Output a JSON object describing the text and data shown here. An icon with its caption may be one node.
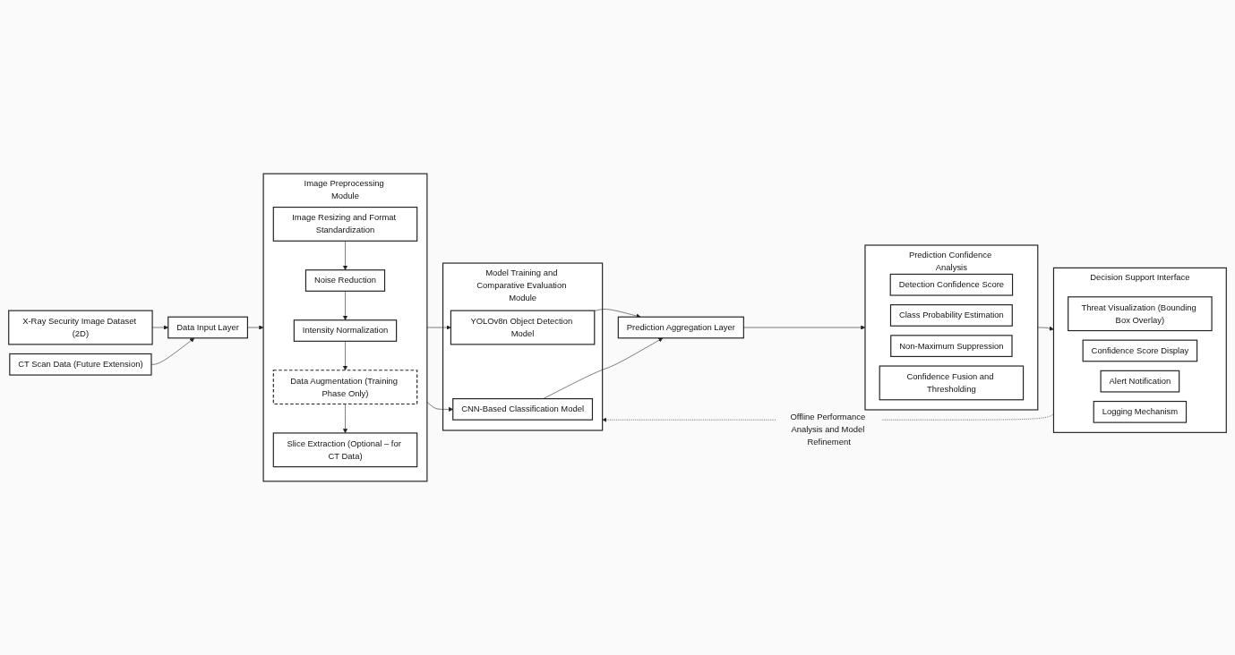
{
  "diagram": {
    "nodes": [
      {
        "text": [
          "X-Ray Security Image Dataset (2D)"
        ]
      },
      {
        "text": [
          "CT Scan Data (Future Extension)"
        ]
      },
      {
        "text": [
          "Data Input Layer"
        ]
      },
      {
        "text": [
          "Image Preprocessing Module"
        ]
      },
      {
        "text": [
          "Image Resizing and Format Standardization"
        ],
        "in": 3
      },
      {
        "text": [
          "Noise Reduction"
        ],
        "in": 3
      },
      {
        "text": [
          "Intensity Normalization"
        ],
        "in": 3
      },
      {
        "text": [
          "Data Augmentation (Training Phase Only)"
        ],
        "in": 3
      },
      {
        "text": [
          "Slice Extraction (Optional – for CT Data)"
        ],
        "in": 3
      },
      {
        "text": [
          "Model Training and Comparative Evaluation Module"
        ]
      },
      {
        "text": [
          "YOLOv8n Object Detection Model"
        ],
        "in": 9
      },
      {
        "text": [
          "CNN-Based Classification Model"
        ],
        "in": 9
      },
      {
        "text": [
          "Prediction Aggregation Layer"
        ]
      },
      {
        "text": [
          "Prediction Confidence Analysis"
        ]
      },
      {
        "text": [
          "Detection Confidence Score"
        ],
        "in": 13
      },
      {
        "text": [
          "Class Probability Estimation"
        ],
        "in": 13
      },
      {
        "text": [
          "Non-Maximum Suppression"
        ],
        "in": 13
      },
      {
        "text": [
          "Confidence Fusion and Thresholding"
        ],
        "in": 13
      },
      {
        "text": [
          "Decision Support Interface"
        ]
      },
      {
        "text": [
          "Threat Visualization (Bounding Box Overlay)"
        ],
        "in": 18
      },
      {
        "text": [
          "Confidence Score Display"
        ],
        "in": 18
      },
      {
        "text": [
          "Alert Notification"
        ],
        "in": 18
      },
      {
        "text": [
          "Logging Mechanism"
        ],
        "in": 18
      }
    ],
    "edges": [
      {
        "from": 0,
        "to": 2,
        "arrow": "to"
      },
      {
        "from": 1,
        "to": 2,
        "arrow": "to"
      },
      {
        "from": 2,
        "to": 3,
        "arrow": "to"
      },
      {
        "from": 4,
        "to": 5,
        "arrow": "to"
      },
      {
        "from": 5,
        "to": 6,
        "arrow": "to"
      },
      {
        "from": 6,
        "to": 7,
        "arrow": "to"
      },
      {
        "from": 7,
        "to": 8,
        "arrow": "to"
      },
      {
        "from": 3,
        "to": 10,
        "arrow": "to"
      },
      {
        "from": 3,
        "to": 11,
        "arrow": "to"
      },
      {
        "from": 10,
        "to": 12,
        "arrow": "to"
      },
      {
        "from": 11,
        "to": 12,
        "arrow": "to"
      },
      {
        "from": 12,
        "to": 13,
        "arrow": "to"
      },
      {
        "from": 13,
        "to": 18,
        "arrow": "to"
      },
      {
        "from": 18,
        "to": 9,
        "arrow": "to",
        "label": "Offline Performance Analysis and Model Refinement",
        "style": "dashed"
      }
    ]
  }
}
